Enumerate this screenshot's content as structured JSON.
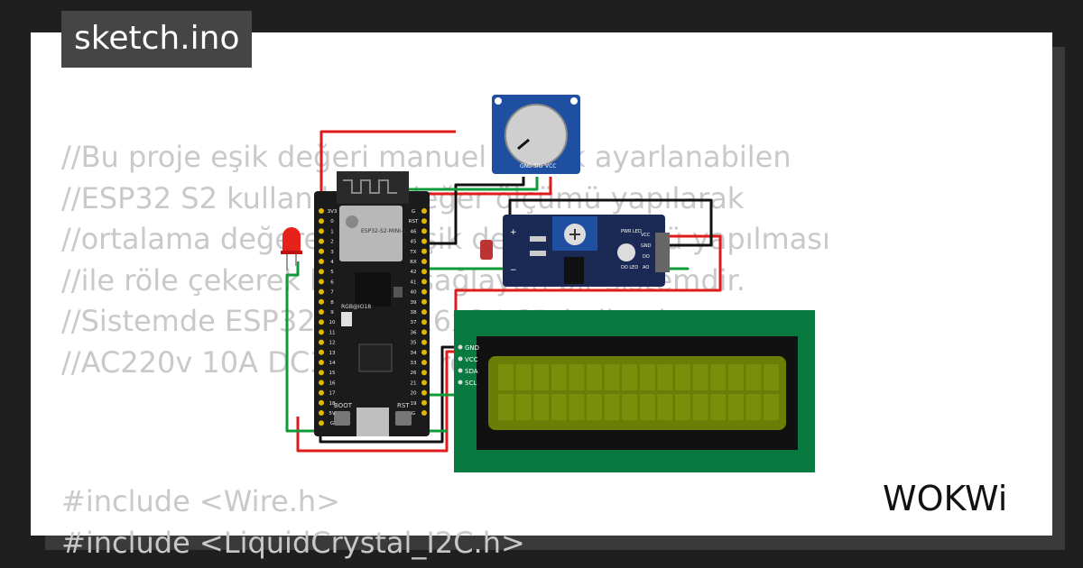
{
  "title": "sketch.ino",
  "code_lines": [
    "//Bu proje eşik değeri manuel olarak ayarlanabilen",
    "//ESP32 S2 kullanılarak değer ölçümü yapılarak",
    "//ortalama değere göre eşik değer kontrolü yapılması",
    "//ile röle çekerek kontrol sağlayan bir sistemdir.",
    "//Sistemde ESP32 S2 ve 16x2 LCD kullanılmıştır.",
    "//AC220v 10A DC30v 10A röle"
  ],
  "code_lines_bottom": [
    "#include <Wire.h>",
    "#include <LiquidCrystal_I2C.h>"
  ],
  "board": {
    "module_label": "ESP32-S2-MINI-1",
    "led_label": "RGB@IO18",
    "boot_label": "BOOT",
    "rst_label": "RST",
    "pins_left": [
      "3V3",
      "0",
      "1",
      "2",
      "3",
      "4",
      "5",
      "6",
      "7",
      "8",
      "9",
      "10",
      "11",
      "12",
      "13",
      "14",
      "15",
      "16",
      "17",
      "18",
      "5V",
      "G"
    ],
    "pins_right": [
      "G",
      "RST",
      "46",
      "45",
      "TX",
      "RX",
      "42",
      "41",
      "40",
      "39",
      "38",
      "37",
      "36",
      "35",
      "34",
      "33",
      "26",
      "21",
      "20",
      "19",
      "G"
    ]
  },
  "potentiometer": {
    "pins": [
      "GND",
      "SIG",
      "VCC"
    ]
  },
  "sensor": {
    "pins": [
      "VCC",
      "GND",
      "DO",
      "AO"
    ],
    "pwr_label": "PWR LED",
    "do_label": "DO LED"
  },
  "lcd": {
    "pins": [
      "GND",
      "VCC",
      "SDA",
      "SCL"
    ]
  },
  "logo_text": "WOKWi",
  "colors": {
    "background": "#1f1f1f",
    "card": "#ffffff",
    "code_text": "#c9c9c9",
    "lcd_board": "#08793f",
    "lcd_screen": "#6a7d06",
    "sensor_board": "#1a2a55",
    "pot_board": "#1e4fa0",
    "esp_board": "#1b1b1b"
  }
}
